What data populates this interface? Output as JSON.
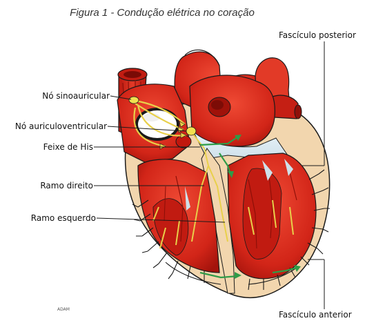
{
  "figure": {
    "title": "Figura 1 - Condução elétrica no coração",
    "watermark": "ADAM"
  },
  "labels": {
    "sa_node": "Nó sinoauricular",
    "av_node": "Nó auriculoventricular",
    "his_bundle": "Feixe de His",
    "right_branch": "Ramo direito",
    "left_branch": "Ramo esquerdo",
    "posterior_fascicle": "Fascículo posterior",
    "anterior_fascicle": "Fascículo anterior"
  },
  "colors": {
    "muscle": "#d9271c",
    "muscle_dark": "#a8150e",
    "fat": "#f4d9b0",
    "cavity": "#dcebf2",
    "node": "#f1e050",
    "conduction": "#2f9c48",
    "fiber": "#1a1a1a"
  }
}
